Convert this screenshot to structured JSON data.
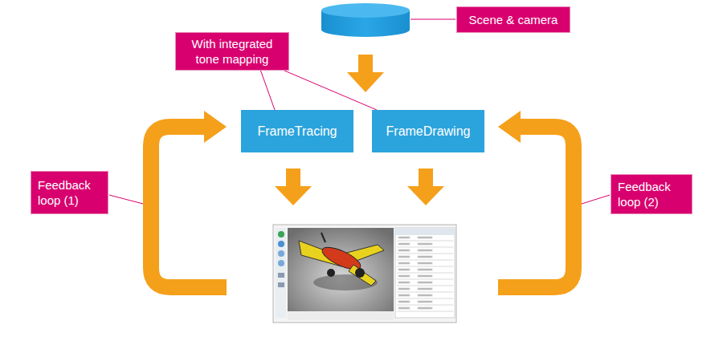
{
  "diagram": {
    "nodes": [
      {
        "text": [
          "Scene & camera"
        ]
      },
      {
        "text": [
          "With integrated tone mapping"
        ]
      },
      {
        "text": [
          "FrameTracing"
        ]
      },
      {
        "text": [
          "FrameDrawing"
        ]
      },
      {
        "text": [
          "Feedback loop (1)"
        ]
      },
      {
        "text": [
          "Feedback loop (2)"
        ]
      }
    ],
    "edges": [
      {
        "from": 1,
        "to": 2,
        "arrow": "none"
      },
      {
        "from": 1,
        "to": 3,
        "arrow": "none"
      }
    ]
  }
}
